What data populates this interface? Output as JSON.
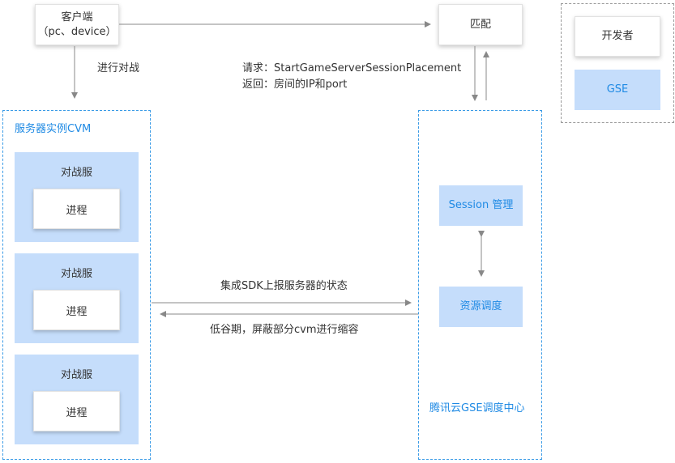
{
  "client": {
    "label": "客户端\n（pc、device）"
  },
  "match": {
    "label": "匹配"
  },
  "legend": {
    "developer": "开发者",
    "gse": "GSE"
  },
  "edges": {
    "to_battle": "进行对战",
    "request": "请求：StartGameServerSessionPlacement",
    "response": "返回：房间的IP和port",
    "integrate": "集成SDK上报服务器的状态",
    "scale_down": "低谷期，屏蔽部分cvm进行缩容"
  },
  "cvm": {
    "title": "服务器实例CVM",
    "groups": [
      {
        "title": "对战服",
        "process": "进程"
      },
      {
        "title": "对战服",
        "process": "进程"
      },
      {
        "title": "对战服",
        "process": "进程"
      }
    ]
  },
  "gse_center": {
    "title": "腾讯云GSE调度中心",
    "session": "Session 管理",
    "resource": "资源调度"
  },
  "colors": {
    "blue_fill": "#c5ddfb",
    "blue_text": "#1f8ae4",
    "dashed_blue": "#3a9be6",
    "arrow": "#888888"
  }
}
